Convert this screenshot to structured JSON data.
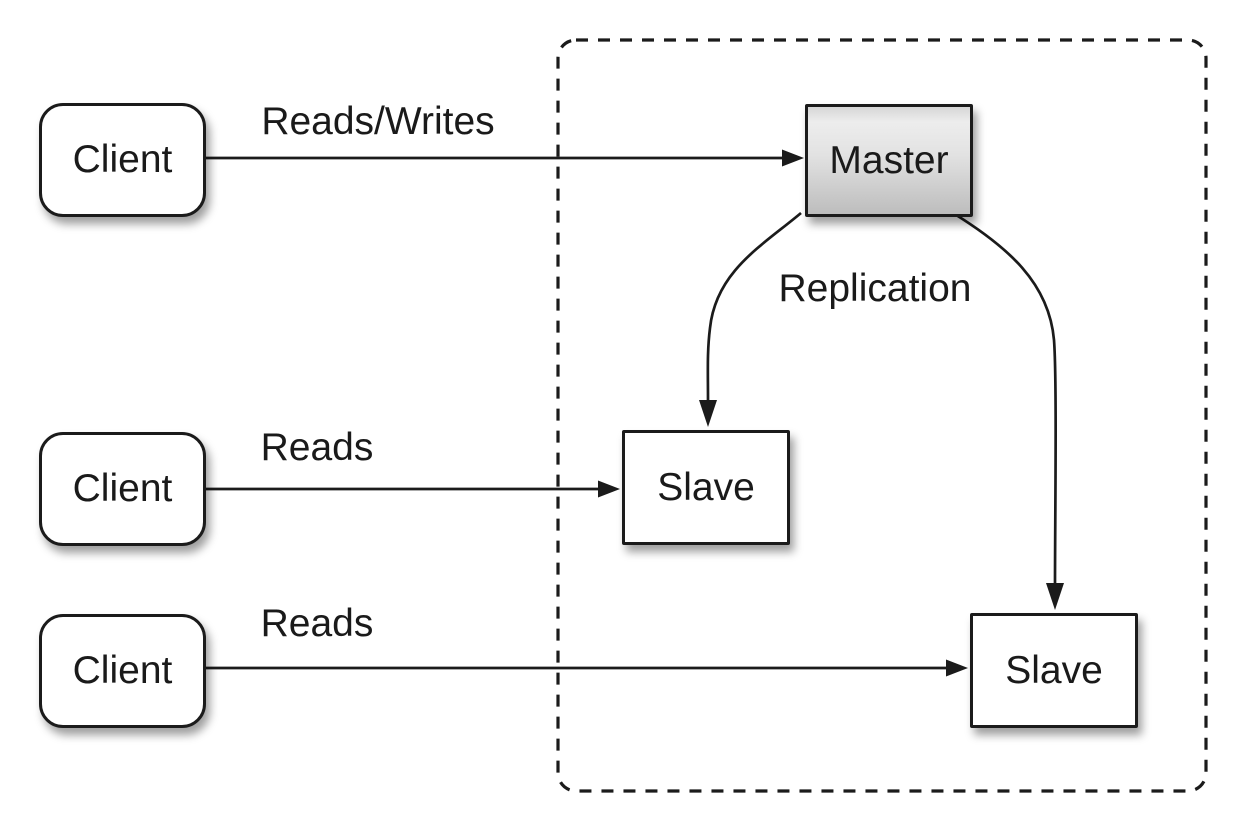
{
  "nodes": {
    "client1": {
      "label": "Client"
    },
    "client2": {
      "label": "Client"
    },
    "client3": {
      "label": "Client"
    },
    "master": {
      "label": "Master"
    },
    "slave1": {
      "label": "Slave"
    },
    "slave2": {
      "label": "Slave"
    }
  },
  "edges": {
    "client1_to_master": {
      "label": "Reads/Writes"
    },
    "client2_to_slave1": {
      "label": "Reads"
    },
    "client3_to_slave2": {
      "label": "Reads"
    },
    "master_to_slaves": {
      "label": "Replication"
    }
  },
  "colors": {
    "background": "#ffffff",
    "stroke": "#1b1b1b",
    "node_fill": "#ffffff",
    "master_gradient_top": "#ededed",
    "master_gradient_bottom": "#bdbdbd",
    "text": "#1a1a1a"
  }
}
